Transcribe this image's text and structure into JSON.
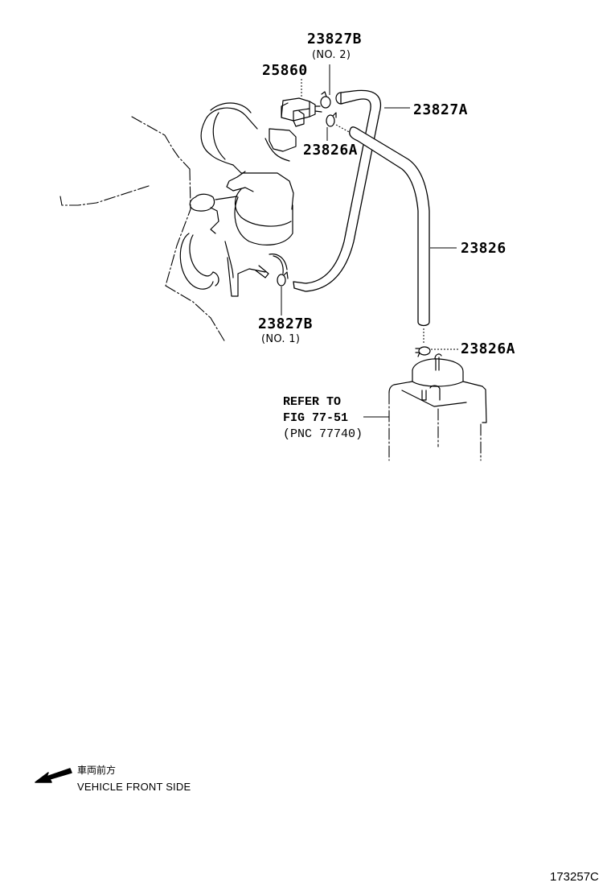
{
  "diagram": {
    "type": "parts-exploded-view",
    "subject": "Vapor hose / canister connection",
    "callouts": [
      {
        "id": "23827B_no2",
        "part": "23827B",
        "note": "(NO. 2)"
      },
      {
        "id": "25860",
        "part": "25860",
        "note": ""
      },
      {
        "id": "23827A",
        "part": "23827A",
        "note": ""
      },
      {
        "id": "23826A_top",
        "part": "23826A",
        "note": ""
      },
      {
        "id": "23826",
        "part": "23826",
        "note": ""
      },
      {
        "id": "23827B_no1",
        "part": "23827B",
        "note": "(NO. 1)"
      },
      {
        "id": "23826A_bottom",
        "part": "23826A",
        "note": ""
      }
    ],
    "labels": {
      "p23827B_top": "23827B",
      "p23827B_top_note": "(NO. 2)",
      "p25860": "25860",
      "p23827A": "23827A",
      "p23826A_top": "23826A",
      "p23826": "23826",
      "p23827B_bottom": "23827B",
      "p23827B_bottom_note": "(NO. 1)",
      "p23826A_bottom": "23826A"
    },
    "reference": {
      "line1": "REFER TO",
      "line2": "FIG 77-51",
      "line3": "(PNC 77740)"
    },
    "legend": {
      "arrow_icon": "arrow-down-left-icon",
      "jp_text": "車両前方",
      "en_text": "VEHICLE FRONT SIDE"
    },
    "figure_number": "173257C"
  }
}
